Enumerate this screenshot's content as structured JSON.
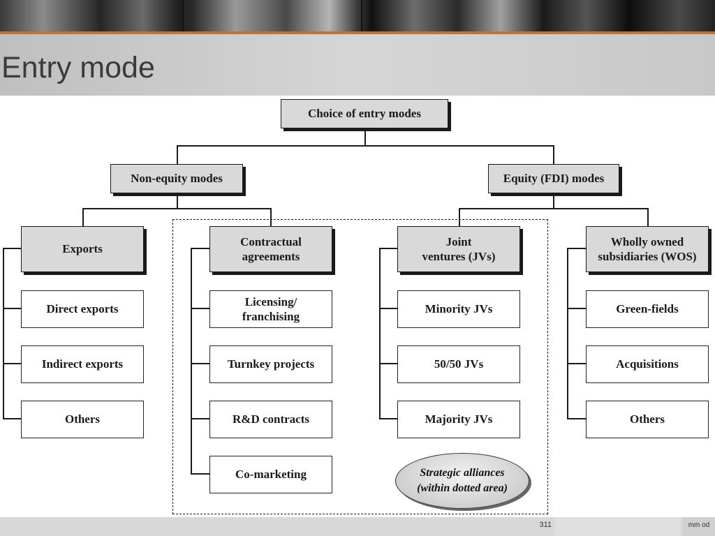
{
  "slide": {
    "title": "Entry mode",
    "page_number": "311",
    "footer_note": "mm\nod"
  },
  "diagram": {
    "root": "Choice of entry modes",
    "non_equity": "Non-equity modes",
    "equity": "Equity (FDI) modes",
    "exports": {
      "header": "Exports",
      "items": [
        "Direct exports",
        "Indirect exports",
        "Others"
      ]
    },
    "contractual": {
      "header_line1": "Contractual",
      "header_line2": "agreements",
      "items": [
        "Licensing/ franchising",
        "Turnkey projects",
        "R&D contracts",
        "Co-marketing"
      ]
    },
    "jv": {
      "header_line1": "Joint",
      "header_line2": "ventures (JVs)",
      "items": [
        "Minority JVs",
        "50/50 JVs",
        "Majority JVs"
      ]
    },
    "wos": {
      "header_line1": "Wholly owned",
      "header_line2": "subsidiaries (WOS)",
      "items": [
        "Green-fields",
        "Acquisitions",
        "Others"
      ]
    },
    "alliance_line1": "Strategic alliances",
    "alliance_line2": "(within dotted area)"
  }
}
